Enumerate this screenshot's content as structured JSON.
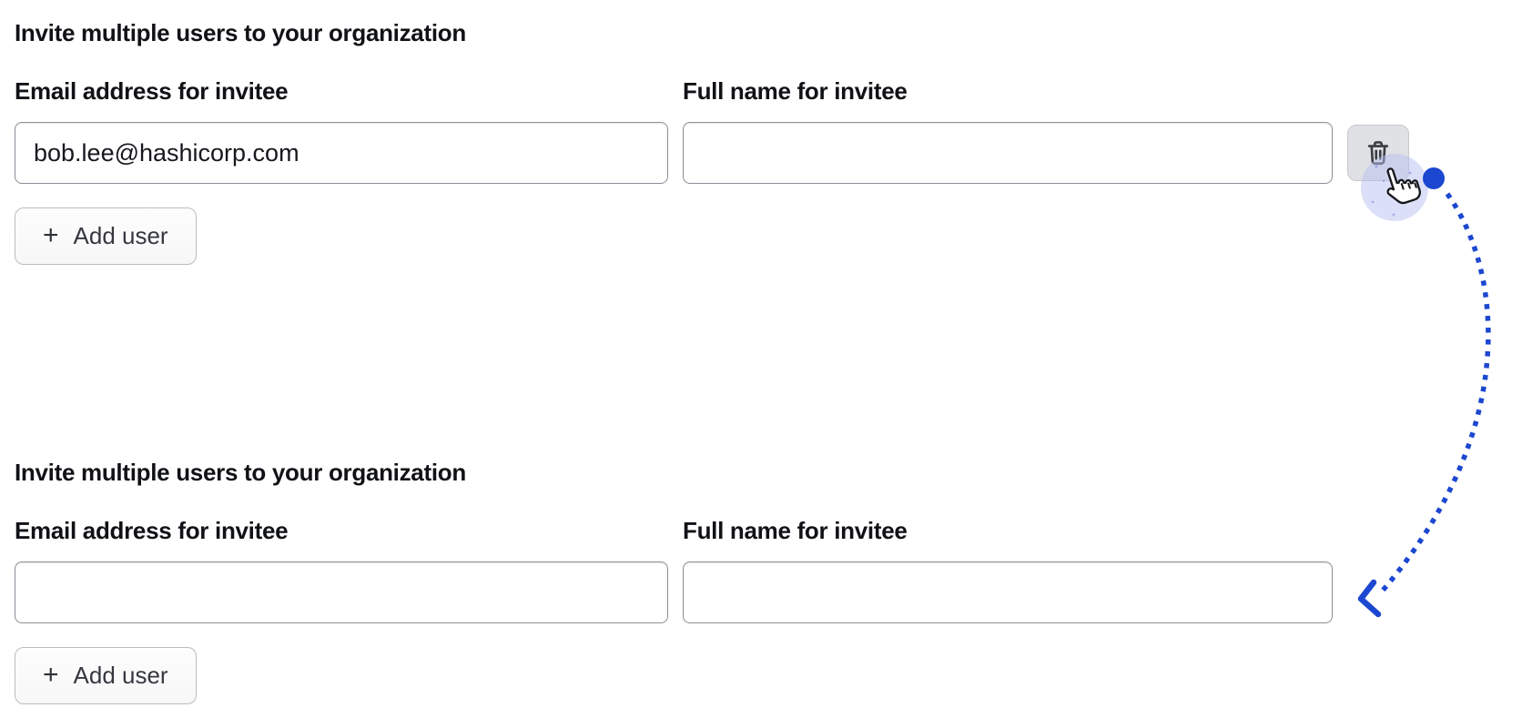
{
  "colors": {
    "accent_blue": "#1c47d0",
    "click_halo": "#b7c0ef",
    "input_border": "#8a9098",
    "button_border": "#b9bcc2",
    "icon_gray": "#3a3d45",
    "text_dark": "#101216"
  },
  "sections": [
    {
      "heading": "Invite multiple users to your organization",
      "fields": [
        {
          "label": "Email address for invitee",
          "value": "bob.lee@hashicorp.com"
        },
        {
          "label": "Full name for invitee",
          "value": ""
        }
      ],
      "delete_button": {
        "icon": "trash-icon"
      },
      "add_button": {
        "icon": "plus-icon",
        "glyph": "+",
        "label": "Add user"
      }
    },
    {
      "heading": "Invite multiple users to your organization",
      "fields": [
        {
          "label": "Email address for invitee",
          "value": ""
        },
        {
          "label": "Full name for invitee",
          "value": ""
        }
      ],
      "add_button": {
        "icon": "plus-icon",
        "glyph": "+",
        "label": "Add user"
      }
    }
  ],
  "annotation": {
    "cursor": "pointer-hand-cursor",
    "arrow": "dotted-arc-arrow",
    "dot": "annotation-dot"
  }
}
